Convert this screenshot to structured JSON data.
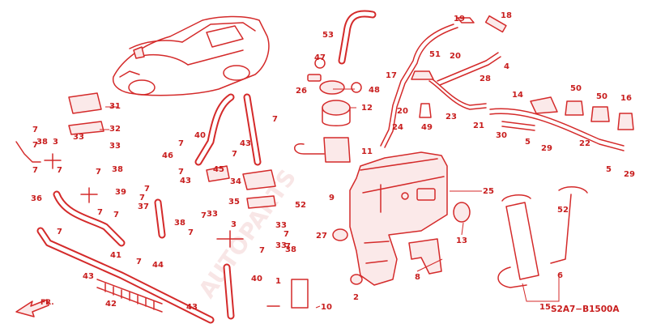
{
  "diagram": {
    "code": "S2A7−B1500A",
    "front_label": "FR.",
    "watermark": "AUTOPARTS",
    "accent_color": "#d42a2a",
    "callouts": [
      "1",
      "2",
      "3",
      "4",
      "5",
      "6",
      "7",
      "8",
      "9",
      "10",
      "11",
      "12",
      "13",
      "14",
      "15",
      "16",
      "17",
      "18",
      "19",
      "20",
      "21",
      "22",
      "23",
      "24",
      "25",
      "26",
      "27",
      "28",
      "29",
      "30",
      "31",
      "32",
      "33",
      "34",
      "35",
      "36",
      "37",
      "38",
      "39",
      "40",
      "41",
      "42",
      "43",
      "44",
      "45",
      "46",
      "47",
      "48",
      "49",
      "50",
      "51",
      "52",
      "53"
    ]
  }
}
